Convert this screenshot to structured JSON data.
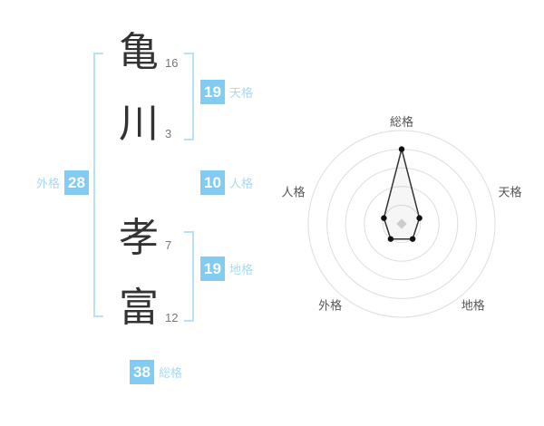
{
  "name": {
    "characters": [
      {
        "char": "亀",
        "strokes": "16"
      },
      {
        "char": "川",
        "strokes": "3"
      },
      {
        "char": "孝",
        "strokes": "7"
      },
      {
        "char": "富",
        "strokes": "12"
      }
    ]
  },
  "kaku": {
    "tenkaku": {
      "value": "19",
      "label": "天格"
    },
    "jinkaku": {
      "value": "10",
      "label": "人格"
    },
    "chikaku": {
      "value": "19",
      "label": "地格"
    },
    "gaikaku": {
      "value": "28",
      "label": "外格"
    },
    "soukaku": {
      "value": "38",
      "label": "総格"
    }
  },
  "colors": {
    "badge": "#82cbf2",
    "label": "#a7daf6",
    "bracket": "#b9e1f6",
    "chart_ring": "#dddddd",
    "chart_line": "#333333",
    "chart_fill": "rgba(130,130,130,0.07)",
    "chart_center": "#cccccc"
  },
  "chart_data": {
    "type": "radar",
    "categories": [
      "総格",
      "天格",
      "地格",
      "外格",
      "人格"
    ],
    "values": [
      4,
      1,
      1,
      1,
      1
    ],
    "max": 5,
    "rings": 5,
    "grid": "circular",
    "legend": "none",
    "title": ""
  }
}
